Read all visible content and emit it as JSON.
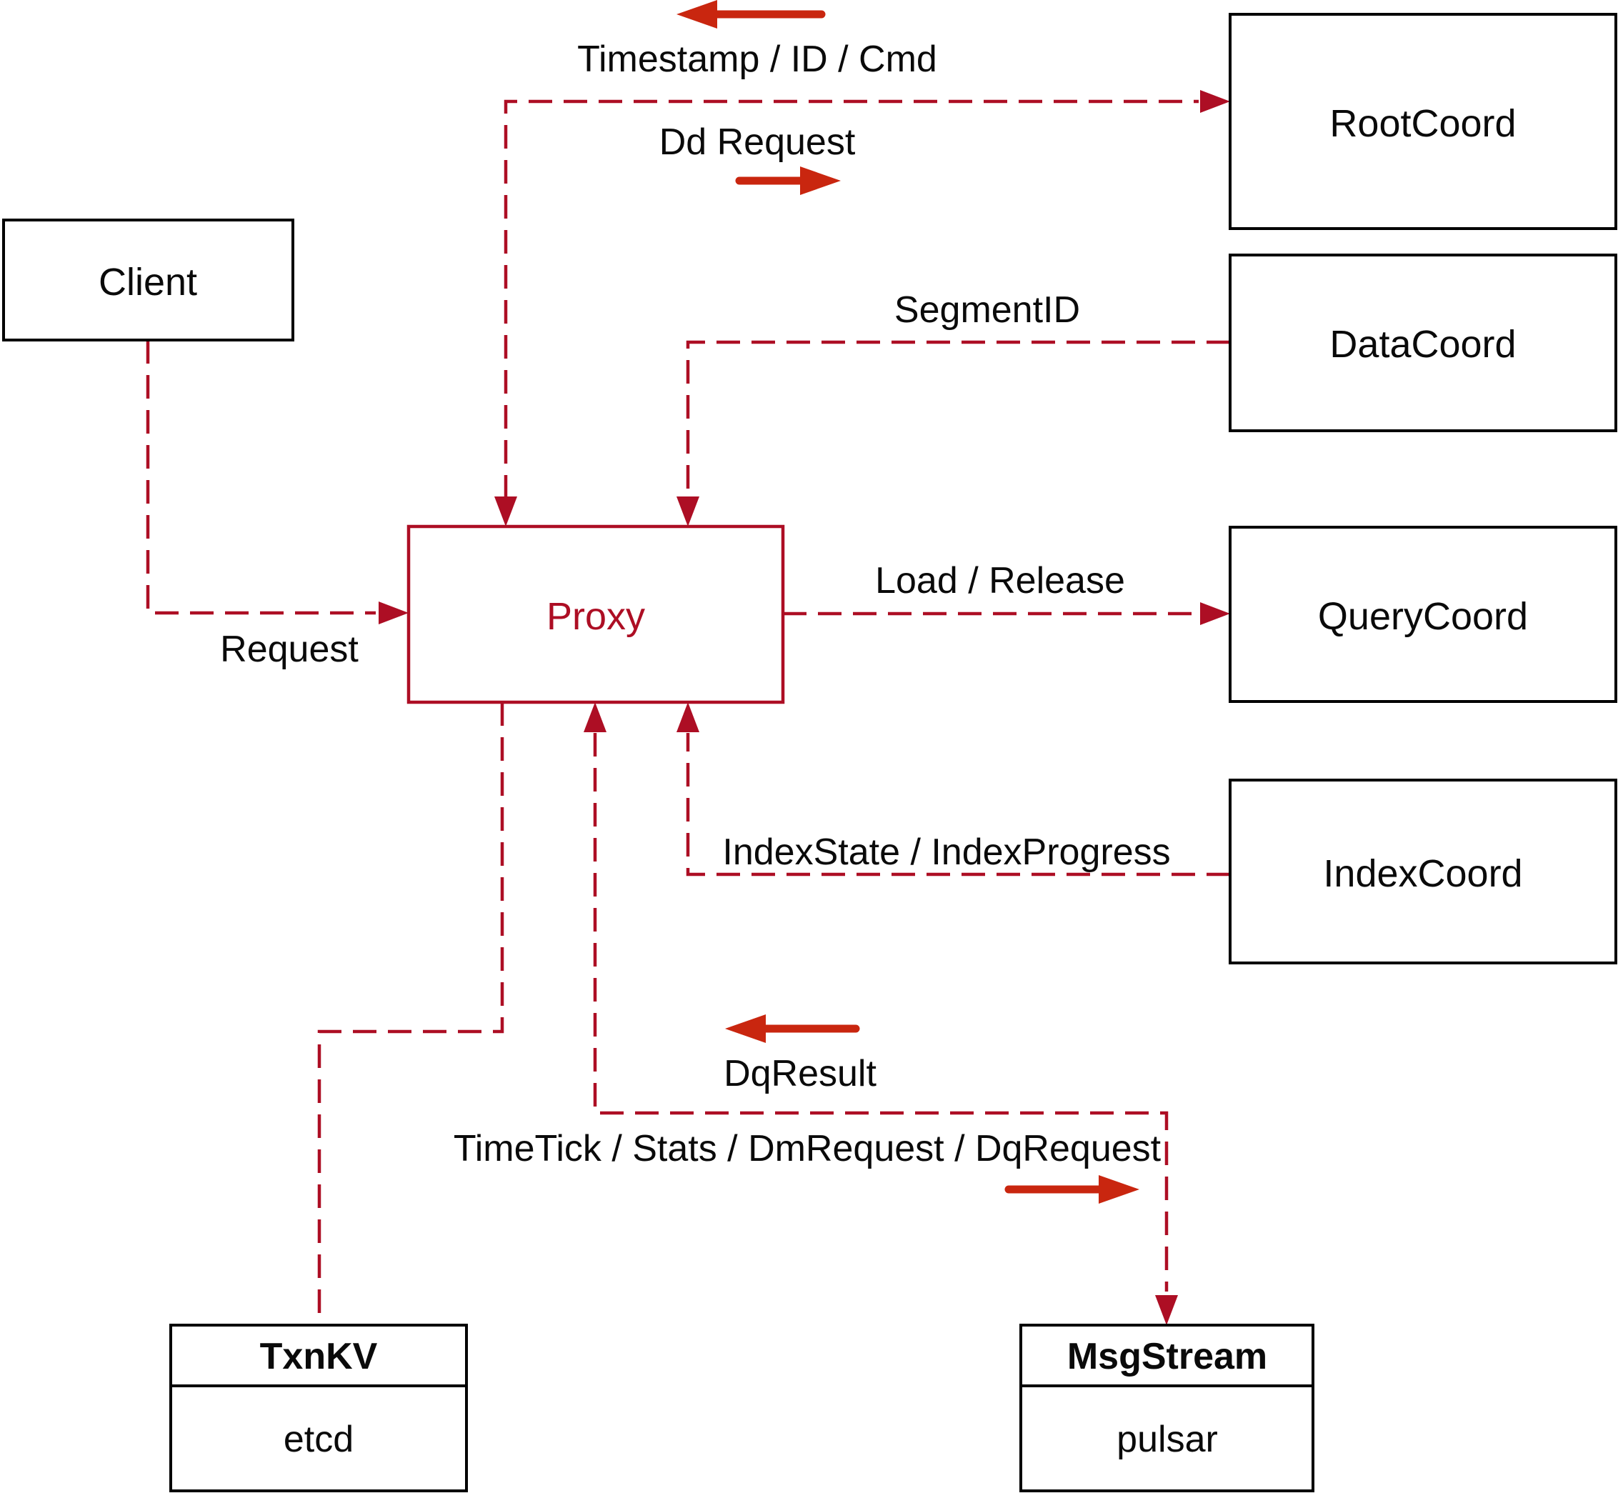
{
  "colors": {
    "line_red": "#ad0e24",
    "arrow_red": "#c9260f"
  },
  "nodes": {
    "client": {
      "label": "Client"
    },
    "proxy": {
      "label": "Proxy"
    },
    "rootcoord": {
      "label": "RootCoord"
    },
    "datacoord": {
      "label": "DataCoord"
    },
    "querycoord": {
      "label": "QueryCoord"
    },
    "indexcoord": {
      "label": "IndexCoord"
    },
    "txnkv": {
      "title": "TxnKV",
      "subtitle": "etcd"
    },
    "msgstream": {
      "title": "MsgStream",
      "subtitle": "pulsar"
    }
  },
  "edges": {
    "client_proxy": {
      "label": "Request"
    },
    "proxy_rootcoord": {
      "response_label": "Timestamp / ID / Cmd",
      "request_label": "Dd Request"
    },
    "datacoord_proxy": {
      "label": "SegmentID"
    },
    "proxy_querycoord": {
      "label": "Load / Release"
    },
    "indexcoord_proxy": {
      "label": "IndexState / IndexProgress"
    },
    "proxy_msgstream": {
      "response_label": "DqResult",
      "request_label": "TimeTick / Stats / DmRequest / DqRequest"
    }
  }
}
